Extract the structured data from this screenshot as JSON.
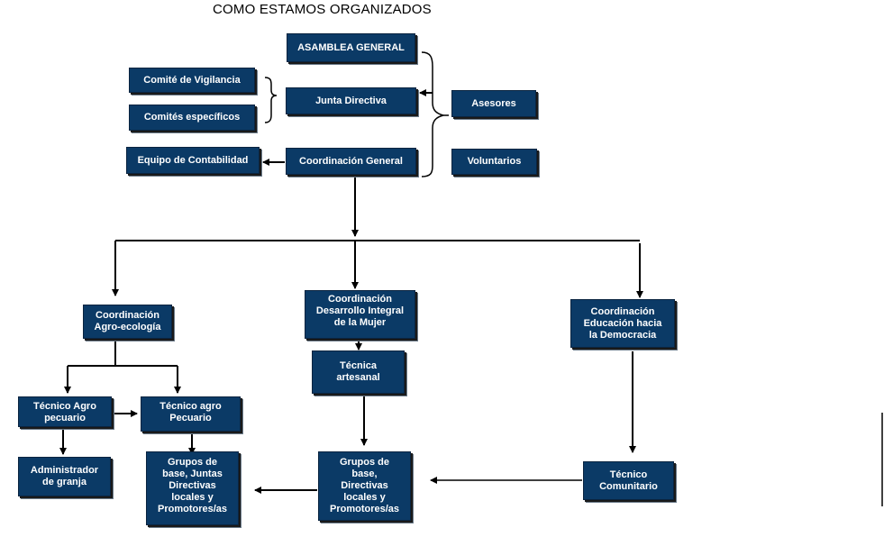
{
  "title": "COMO ESTAMOS ORGANIZADOS",
  "nodes": {
    "asamblea": "ASAMBLEA GENERAL",
    "comite_vigilancia": "Comité de Vigilancia",
    "junta_directiva": "Junta Directiva",
    "comites_especificos": "Comités específicos",
    "asesores": "Asesores",
    "equipo_contabilidad": "Equipo de Contabilidad",
    "coordinacion_general": "Coordinación General",
    "voluntarios": "Voluntarios",
    "coord_agroecologia": "Coordinación\nAgro-ecología",
    "coord_mujer": "Coordinación\nDesarrollo Integral\nde  la Mujer",
    "coord_democracia": "Coordinación\nEducación hacia\nla Democracia",
    "tecnica_artesanal": "Técnica\nartesanal",
    "tecnico_agro_pecuario": "Técnico Agro\npecuario",
    "tecnico_agro_pecuario_2": "Técnico agro\nPecuario",
    "administrador_granja": "Administrador\nde granja",
    "grupos_base_1": "Grupos de\nbase, Juntas\nDirectivas\nlocales y\nPromotores/as",
    "grupos_base_2": "Grupos de\nbase,\nDirectivas\nlocales y\nPromotores/as",
    "tecnico_comunitario": "Técnico\nComunitario"
  },
  "colors": {
    "box_fill": "#0b3a66",
    "box_text": "#ffffff",
    "line": "#000000"
  }
}
